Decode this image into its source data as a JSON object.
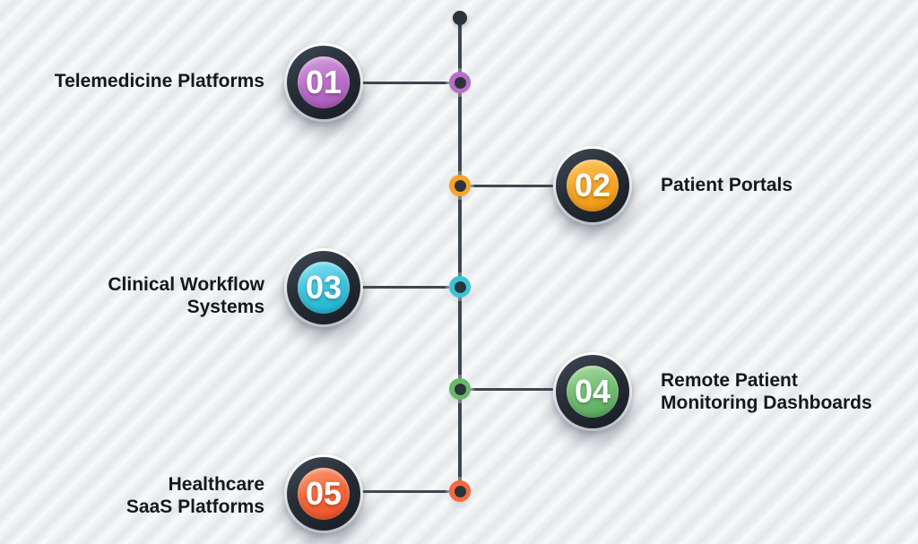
{
  "background": {
    "base_color": "#edeff1",
    "texture": "subtle diagonal stripes"
  },
  "timeline": {
    "orientation": "vertical",
    "line_color": "#3d4751",
    "node_core_color": "#2b333c",
    "badge_ring_dark_color": "#262d36",
    "badge_ring_silver_color": "#dfe3e6",
    "number_text_color": "#ffffff",
    "label_text_color": "#15181b",
    "items": [
      {
        "number": "01",
        "label_lines": [
          "Telemedicine Platforms"
        ],
        "side": "left",
        "color": "#b66fc4"
      },
      {
        "number": "02",
        "label_lines": [
          "Patient Portals"
        ],
        "side": "right",
        "color": "#f5a32a"
      },
      {
        "number": "03",
        "label_lines": [
          "Clinical Workflow",
          "Systems"
        ],
        "side": "left",
        "color": "#3cc3da"
      },
      {
        "number": "04",
        "label_lines": [
          "Remote Patient",
          "Monitoring Dashboards"
        ],
        "side": "right",
        "color": "#69b869"
      },
      {
        "number": "05",
        "label_lines": [
          "Healthcare",
          "SaaS Platforms"
        ],
        "side": "left",
        "color": "#f4693f"
      }
    ]
  }
}
